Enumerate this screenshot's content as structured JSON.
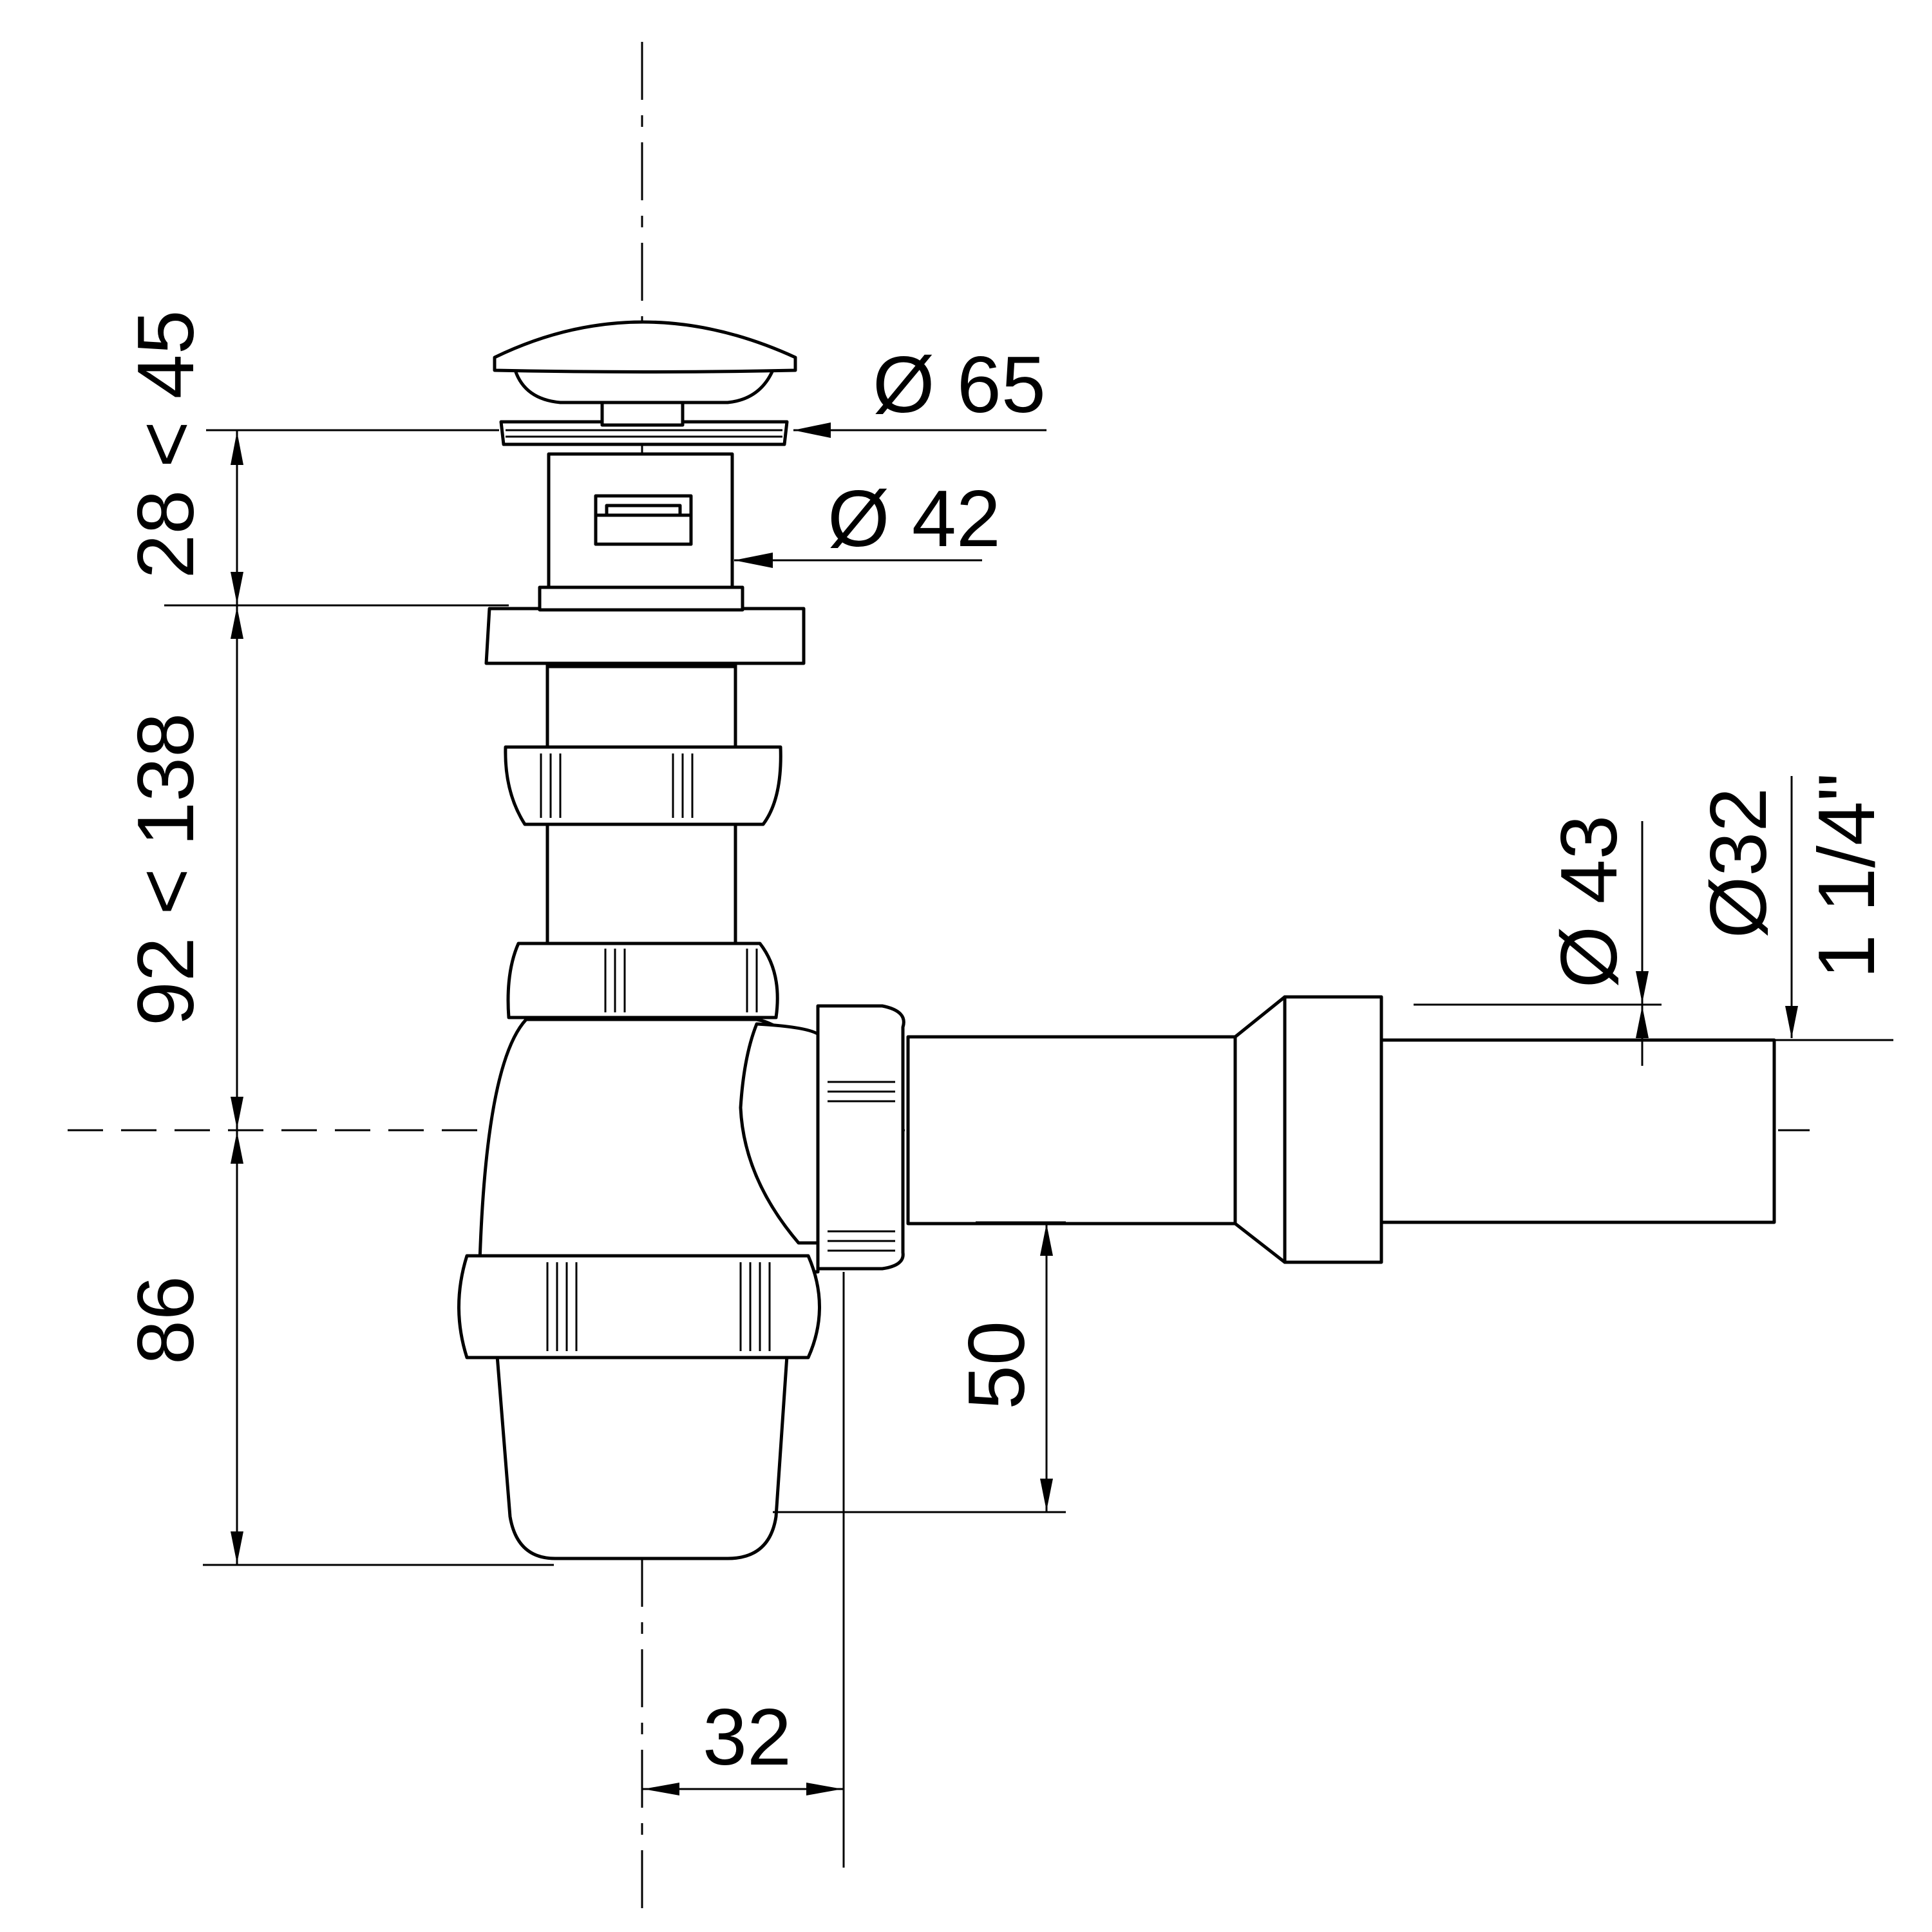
{
  "diagram": {
    "dimensions": {
      "plug_height": "28 < 45",
      "body_height": "92 < 138",
      "trap_depth": "86",
      "outlet_height": "50",
      "outlet_offset": "32",
      "plug_diameter": "Ø 65",
      "body_diameter": "Ø 42",
      "pipe_outer_diameter": "Ø 43",
      "pipe_diameter": "Ø32",
      "thread_size": "1 1/4\""
    }
  }
}
